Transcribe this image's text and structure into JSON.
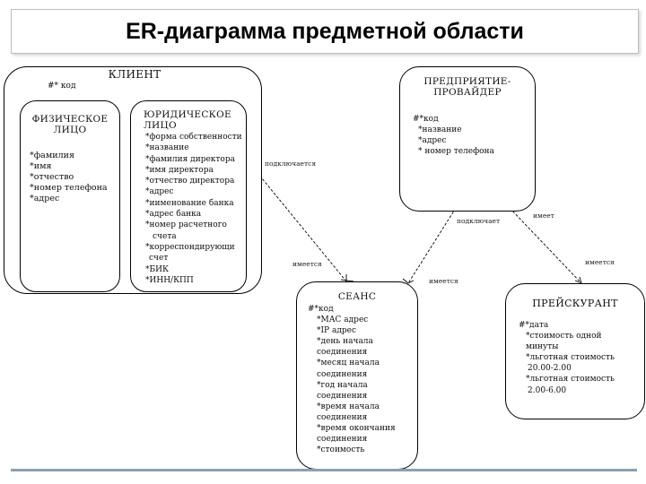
{
  "title": "ER-диаграмма предметной области",
  "client": {
    "name": "КЛИЕНТ",
    "key": "#* код",
    "physical": {
      "name": "ФИЗИЧЕСКОЕ ЛИЦО",
      "attrs": [
        "*фамилия",
        "*имя",
        "*отчество",
        "*номер телефона",
        "*адрес"
      ]
    },
    "legal": {
      "name": "ЮРИДИЧЕСКОЕ ЛИЦО",
      "attrs": [
        "*форма собственности",
        "*название",
        "*фамилия директора",
        "*имя директора",
        "*отчество директора",
        "*адрес",
        "*иименование банка",
        "*адрес банка",
        "*номер расчетного",
        "счета",
        "*корреспондирующи",
        "счет",
        "*БИК",
        "*ИНН/КПП"
      ]
    }
  },
  "provider": {
    "name": "ПРЕДПРИЯТИЕ-ПРОВАЙДЕР",
    "attrs": [
      "#*код",
      "*название",
      "*адрес",
      "* номер телефона"
    ]
  },
  "session": {
    "name": "СЕАНС",
    "attrs": [
      "#*код",
      "*МАС адрес",
      "*IP адрес",
      "*день начала",
      "соединения",
      "*месяц начала",
      "соединения",
      "*год начала",
      "соединения",
      "*время начала",
      "соединения",
      "*время окончания",
      "соединения",
      "*стоимость"
    ]
  },
  "pricelist": {
    "name": "ПРЕЙСКУРАНТ",
    "attrs": [
      "#*дата",
      "*стоимость одной",
      "минуты",
      "*льготная стоимость",
      "20.00-2.00",
      "*льготная стоимость",
      "2.00-6.00"
    ]
  },
  "relations": {
    "client_session_top": "подключается",
    "client_session_bottom": "имеется",
    "provider_session_top": "подключает",
    "provider_session_bottom": "имеется",
    "provider_price_top": "имеет",
    "provider_price_bottom": "имеется"
  }
}
